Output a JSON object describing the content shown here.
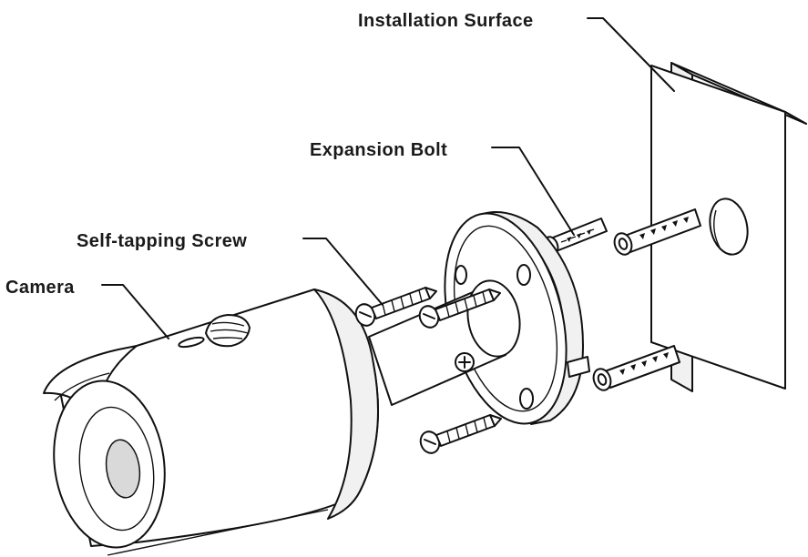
{
  "labels": {
    "installation_surface": "Installation Surface",
    "expansion_bolt": "Expansion Bolt",
    "self_tapping_screw": "Self-tapping Screw",
    "camera": "Camera"
  }
}
